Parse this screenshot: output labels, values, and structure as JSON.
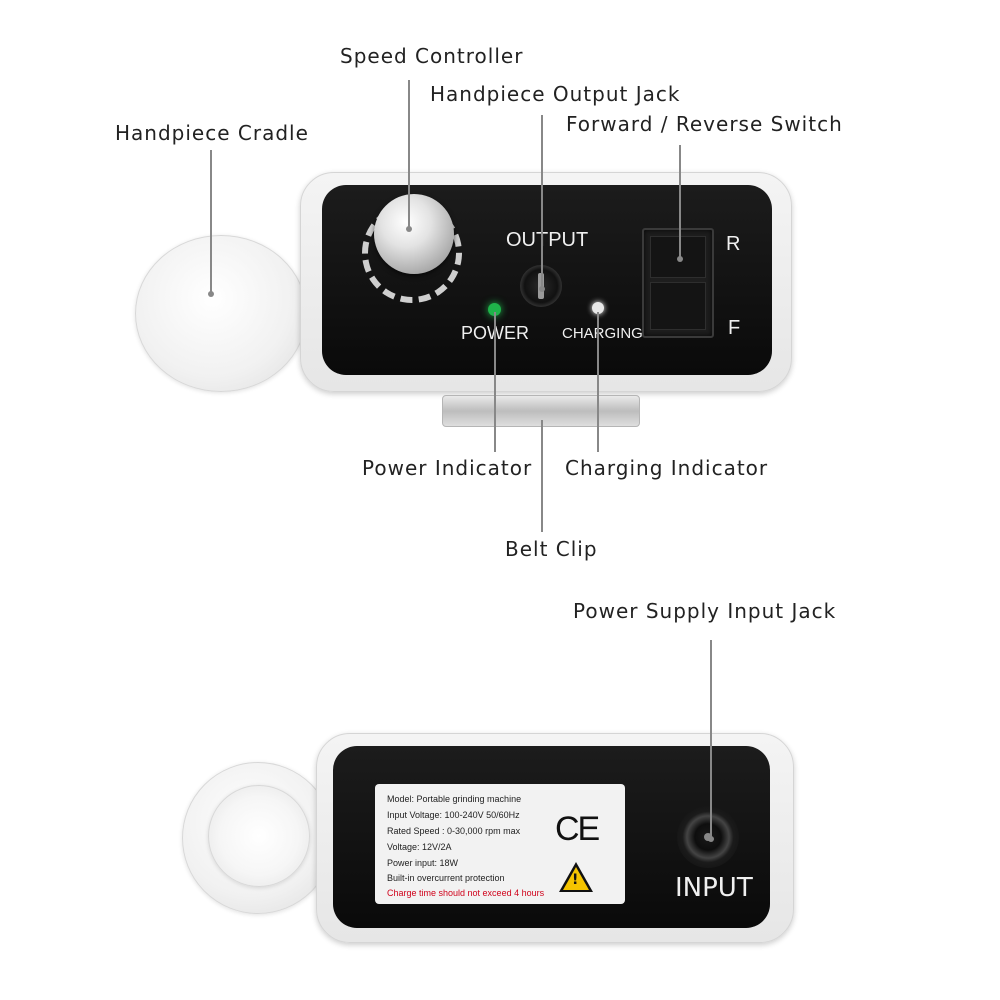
{
  "callouts": {
    "speed_controller": "Speed Controller",
    "handpiece_output_jack": "Handpiece Output Jack",
    "forward_reverse_switch": "Forward / Reverse Switch",
    "handpiece_cradle": "Handpiece Cradle",
    "power_indicator": "Power Indicator",
    "charging_indicator": "Charging Indicator",
    "belt_clip": "Belt Clip",
    "power_supply_input_jack": "Power Supply Input Jack"
  },
  "front_panel": {
    "output": "OUTPUT",
    "power": "POWER",
    "charging": "CHARGING",
    "r": "R",
    "f": "F"
  },
  "back_panel": {
    "input": "INPUT",
    "ce_mark": "CE",
    "warning_mark": "!",
    "spec_label": {
      "model": "Model: Portable grinding machine",
      "input_voltage": "Input Voltage: 100-240V  50/60Hz",
      "rated_speed": "Rated Speed : 0-30,000 rpm max",
      "voltage": "Voltage: 12V/2A",
      "power_input": "Power input: 18W",
      "protection": "Built-in overcurrent protection",
      "charge_warning": "Charge time should not exceed 4 hours"
    }
  },
  "colors": {
    "power_led": "#1fb34a",
    "charging_led": "#e8e8e8",
    "warning_text": "#d0021b",
    "warning_yellow": "#f5c400"
  },
  "icons": {
    "speed_knob": "knob-icon",
    "output_jack": "jack-icon",
    "input_jack": "jack-icon",
    "warning": "warning-triangle-icon",
    "ce": "ce-mark-icon"
  }
}
